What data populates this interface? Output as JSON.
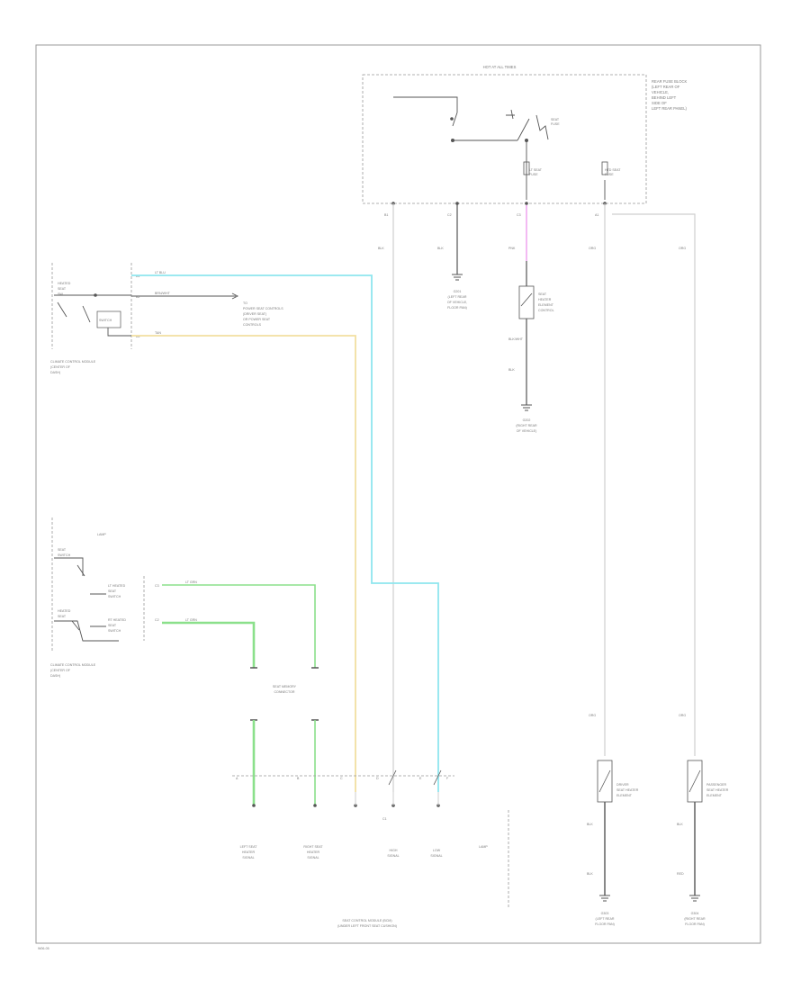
{
  "colors": {
    "border": "#9a9a9a",
    "wire": "#555555",
    "wire_light": "#cfcfcf",
    "wire_blue": "#8fe6ee",
    "wire_yellow": "#f2dfa0",
    "wire_green": "#8be08b",
    "wire_pink": "#f0a8f0",
    "dashed_box": "#999999"
  },
  "footer_code": "W06-05",
  "fuse_block": {
    "header": "HOT AT ALL TIMES",
    "description": [
      "REAR FUSE BLOCK",
      "(LEFT REAR OF",
      "VEHICLE,",
      "BEHIND LEFT",
      "SIDE OF",
      "LEFT REAR PANEL)"
    ],
    "switch_label": [
      "SEAT",
      "FUSE"
    ],
    "fuse_left": [
      "LT SEAT",
      "FUSE"
    ],
    "fuse_right": [
      "HTD SEAT",
      "FUSE"
    ],
    "pins": [
      "B1",
      "C2",
      "C3",
      "A1"
    ]
  },
  "seat_module_upper": {
    "caption": [
      "CLIMATE CONTROL MODULE",
      "(CENTER OF",
      "DASH)"
    ],
    "switch_name": [
      "HEATED",
      "SEAT",
      "SW"
    ],
    "switch2_name": [
      "SWITCH"
    ],
    "wire1_color": "LT BLU",
    "wire2_color": "BRN/WHT",
    "wire3_color": "TAN",
    "wire1_pin": "A1",
    "wire2_pin": "A2",
    "wire3_pin": "A3",
    "note": [
      "TO",
      "POWER SEAT CONTROLS",
      "(DRIVER SEAT)",
      "OR POWER SEAT",
      "CONTROLS"
    ]
  },
  "seat_module_lower": {
    "header": "LAMP",
    "caption": [
      "CLIMATE CONTROL MODULE",
      "(CENTER OF",
      "DASH)"
    ],
    "switch_name": [
      "SEAT",
      "SWITCH"
    ],
    "switch2_name": [
      "HEATED",
      "SEAT"
    ],
    "signal1": [
      "LT HEATED",
      "SEAT",
      "SWITCH"
    ],
    "signal2": [
      "RT HEATED",
      "SEAT",
      "SWITCH"
    ],
    "wire_green1": "LT GRN",
    "wire_green2": "LT GRN",
    "pin1": "C3",
    "pin2": "C2"
  },
  "connector": {
    "label": [
      "SEAT MEMORY",
      "CONNECTOR"
    ]
  },
  "ground_labels": {
    "g1": [
      "G201",
      "(LEFT REAR",
      "OF VEHICLE,",
      "FLOOR PAN)"
    ],
    "g2": [
      "G202",
      "(RIGHT REAR",
      "OF VEHICLE)"
    ],
    "g3": [
      "G303",
      "(LEFT REAR",
      "FLOOR PAN)"
    ],
    "g4": [
      "G304",
      "(RIGHT REAR",
      "FLOOR PAN)"
    ]
  },
  "pink_component": [
    "SEAT",
    "HEATER",
    "ELEMENT",
    "CONTROL"
  ],
  "wire_colors": {
    "black1": "BLK",
    "black2": "BLK",
    "black3": "BLK",
    "blk_wht": "BLK/WHT",
    "pink": "PNK",
    "red": "RED",
    "org": "ORG"
  },
  "bottom_module": {
    "caption": [
      "SEAT CONTROL MODULE (BCM)",
      "(UNDER LEFT FRONT SEAT CUSHION)"
    ],
    "signals": [
      [
        "LEFT SEAT",
        "HEATER",
        "SIGNAL"
      ],
      [
        "RIGHT SEAT",
        "HEATER",
        "SIGNAL"
      ],
      [
        "HIGH",
        "SIGNAL"
      ],
      [
        "LOW",
        "SIGNAL"
      ]
    ],
    "pins": [
      "A",
      "B",
      "C",
      "D",
      "E",
      "F"
    ],
    "connector_tag": "C1",
    "tag_right": "LAMP"
  },
  "heater_left": [
    "DRIVER",
    "SEAT HEATER",
    "ELEMENT"
  ],
  "heater_right": [
    "PASSENGER",
    "SEAT HEATER",
    "ELEMENT"
  ]
}
